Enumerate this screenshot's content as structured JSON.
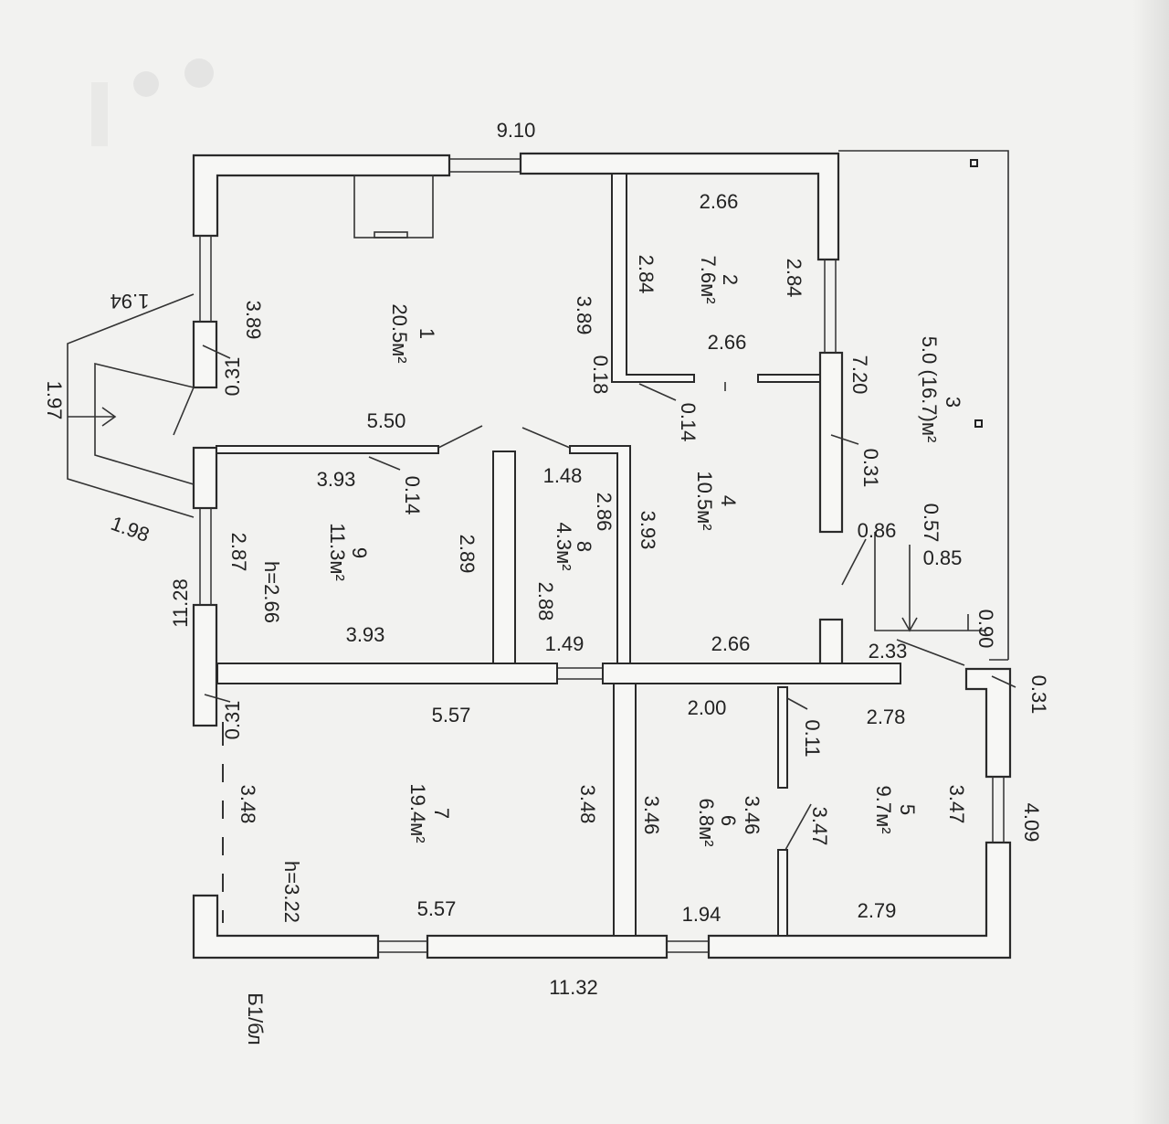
{
  "labels": {
    "top_width": "9.10",
    "bottom_width": "11.32",
    "left_height": "11.28",
    "right_4_09": "4.09",
    "stamp": "Б1/бл",
    "porch_a": "1.94",
    "porch_b": "1.97",
    "porch_c": "1.98",
    "wall_031_a": "0.31",
    "wall_031_b": "0.31",
    "wall_031_c": "0.31",
    "wall_031_d": "0.31",
    "r1_num": "1",
    "r1_area": "20.5м²",
    "r1_left": "3.89",
    "r1_right": "3.89",
    "r1_bottom": "5.50",
    "r1_018": "0.18",
    "r2_num": "2",
    "r2_area": "7.6м²",
    "r2_top": "2.66",
    "r2_bottom": "2.66",
    "r2_left": "2.84",
    "r2_right": "2.84",
    "r2_014": "0.14",
    "r3_num": "3",
    "r3_area": "5.0 (16.7)м²",
    "r3_720": "7.20",
    "r3_086": "0.86",
    "r3_057": "0.57",
    "r3_085": "0.85",
    "r3_090": "0.90",
    "r3_233": "2.33",
    "r4_num": "4",
    "r4_area": "10.5м²",
    "r4_393": "3.93",
    "r4_266": "2.66",
    "r4_148": "1.48",
    "r9_num": "9",
    "r9_area": "11.3м²",
    "r9_h": "h=2.66",
    "r9_top": "3.93",
    "r9_bottom": "3.93",
    "r9_left": "2.87",
    "r9_right": "2.89",
    "r9_014": "0.14",
    "r8_num": "8",
    "r8_area": "4.3м²",
    "r8_286": "2.86",
    "r8_288": "2.88",
    "r8_149": "1.49",
    "r7_num": "7",
    "r7_area": "19.4м²",
    "r7_top": "5.57",
    "r7_bottom": "5.57",
    "r7_left": "3.48",
    "r7_right": "3.48",
    "r7_h": "h=3.22",
    "r6_num": "6",
    "r6_area": "6.8м²",
    "r6_top": "2.00",
    "r6_bottom": "1.94",
    "r6_left": "3.46",
    "r6_right": "3.46",
    "r6_011": "0.11",
    "r5_num": "5",
    "r5_area": "9.7м²",
    "r5_top": "2.78",
    "r5_bottom": "2.79",
    "r5_left": "3.47",
    "r5_right": "3.47"
  },
  "colors": {
    "wall": "#2a2a2a",
    "paper": "#f2f2f0",
    "line": "#333333"
  }
}
